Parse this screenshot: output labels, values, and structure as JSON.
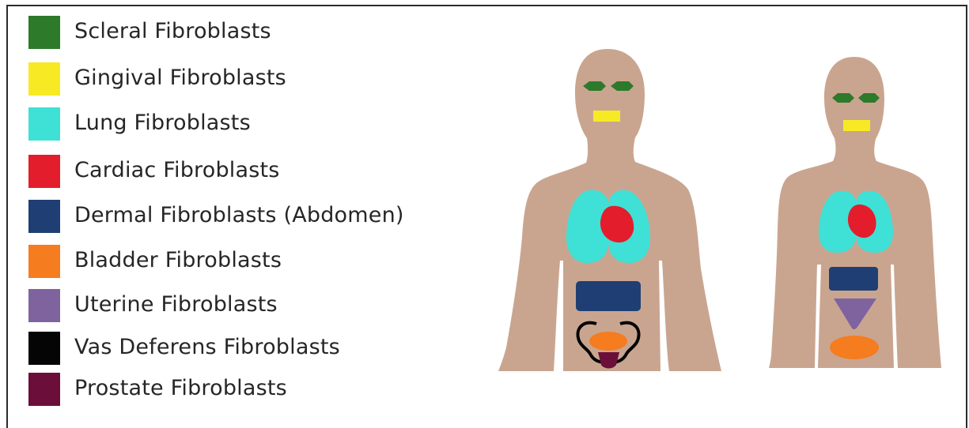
{
  "legend": [
    {
      "key": "scleral",
      "label": "Scleral Fibroblasts",
      "color": "#2d7a2a"
    },
    {
      "key": "gingival",
      "label": "Gingival Fibroblasts",
      "color": "#f7ea24"
    },
    {
      "key": "lung",
      "label": "Lung Fibroblasts",
      "color": "#3fe0d6"
    },
    {
      "key": "cardiac",
      "label": "Cardiac Fibroblasts",
      "color": "#e31d2b"
    },
    {
      "key": "dermal",
      "label": "Dermal Fibroblasts (Abdomen)",
      "color": "#1f3f74"
    },
    {
      "key": "bladder",
      "label": "Bladder Fibroblasts",
      "color": "#f57c1f"
    },
    {
      "key": "uterine",
      "label": "Uterine Fibroblasts",
      "color": "#7f639f"
    },
    {
      "key": "vas",
      "label": "Vas Deferens Fibroblasts",
      "color": "#050505"
    },
    {
      "key": "prostate",
      "label": "Prostate Fibroblasts",
      "color": "#6b0f3a"
    }
  ],
  "colors": {
    "skin": "#c9a590",
    "border": "#2b2b2b"
  }
}
